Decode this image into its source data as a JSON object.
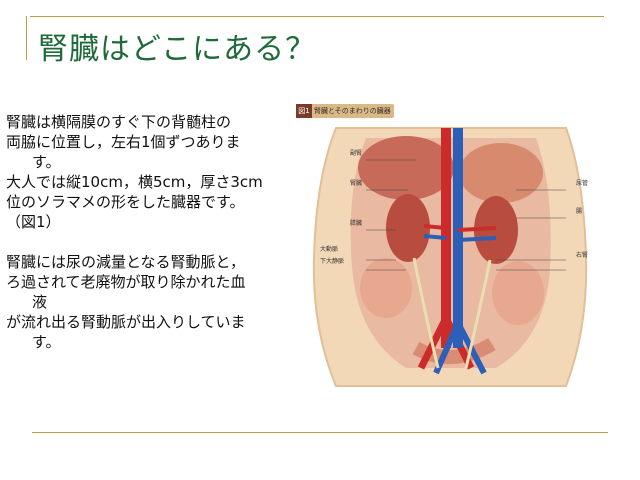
{
  "slide": {
    "title": "腎臓はどこにある？",
    "paragraph1": [
      "腎臓は横隔膜のすぐ下の背髄柱の",
      "両脇に位置し，左右1個ずつありま",
      "す。",
      "大人では縦10cm，横5cm，厚さ3cm",
      "位のソラマメの形をした臓器です。",
      "（図1）"
    ],
    "paragraph2": [
      "腎臓には尿の減量となる腎動脈と，",
      "ろ過されて老廃物が取り除かれた血",
      "液",
      "が流れ出る腎動脈が出入りしていま",
      "す。"
    ]
  },
  "figure": {
    "tag_number": "図1",
    "tag_text": "腎臓とそのまわりの臓器",
    "labels": [
      "副腎",
      "腎臓",
      "膵臓",
      "大動脈",
      "下大静脈",
      "尿管",
      "腸",
      "右腎"
    ]
  },
  "colors": {
    "title": "#1f6a3a",
    "rule": "#b8a24a"
  }
}
